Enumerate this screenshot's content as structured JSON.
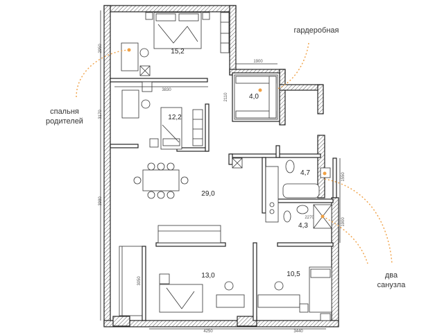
{
  "rooms": {
    "bedroom_top": "15,2",
    "bedroom_mid": "12,2",
    "living": "29,0",
    "bedroom_bottom_left": "13,0",
    "bedroom_bottom_right": "10,5",
    "wardrobe": "4,0",
    "bath_top": "4,7",
    "bath_bottom": "4,3"
  },
  "dimensions": {
    "left_top": "2950",
    "left_mid": "3170",
    "left_low": "3980",
    "left_balcony": "3050",
    "bedroom_mid_width": "3830",
    "wardrobe_width": "1900",
    "wardrobe_height": "2110",
    "bath_right_top": "1550",
    "bath_right_bottom": "1900",
    "bath_inner": "2270",
    "bottom_left": "4250",
    "bottom_right": "3440"
  },
  "callouts": {
    "wardrobe": "гардеробная",
    "parents_line1": "спальня",
    "parents_line2": "родителей",
    "bath_line1": "два",
    "bath_line2": "санузла"
  }
}
